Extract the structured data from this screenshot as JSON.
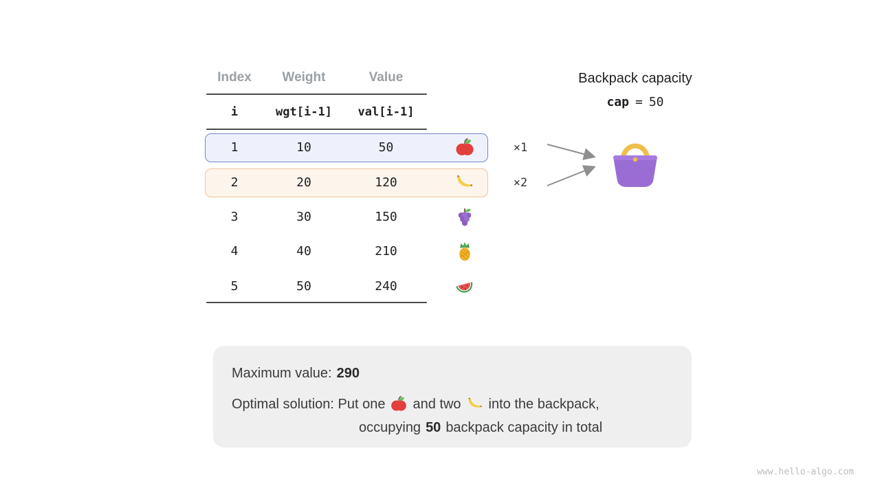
{
  "table": {
    "headers": {
      "index": "Index",
      "weight": "Weight",
      "value": "Value"
    },
    "subheaders": {
      "index": "i",
      "weight": "wgt[i-1]",
      "value": "val[i-1]"
    },
    "rows": [
      {
        "index": "1",
        "weight": "10",
        "value": "50",
        "fruit": "apple",
        "multiplier": "×1"
      },
      {
        "index": "2",
        "weight": "20",
        "value": "120",
        "fruit": "banana",
        "multiplier": "×2"
      },
      {
        "index": "3",
        "weight": "30",
        "value": "150",
        "fruit": "grapes"
      },
      {
        "index": "4",
        "weight": "40",
        "value": "210",
        "fruit": "pineapple"
      },
      {
        "index": "5",
        "weight": "50",
        "value": "240",
        "fruit": "watermelon"
      }
    ]
  },
  "backpack": {
    "title": "Backpack capacity",
    "cap_label": "cap",
    "cap_operator": "=",
    "cap_value": "50"
  },
  "summary": {
    "max_label": "Maximum value:",
    "max_value": "290",
    "line2_prefix": "Optimal solution: Put one",
    "line2_middle": "and two",
    "line2_suffix": "into the backpack,",
    "line3_prefix": "occupying",
    "line3_value": "50",
    "line3_suffix": "backpack capacity in total"
  },
  "watermark": "www.hello-algo.com",
  "colors": {
    "row1_highlight_border": "#7585c8",
    "row1_highlight_bg": "#eef1fb",
    "row2_highlight_border": "#eec39e",
    "row2_highlight_bg": "#fdf4ec",
    "bag_body": "#9a6dd4",
    "bag_handle": "#f0be4a",
    "arrow": "#8f8f8f"
  }
}
